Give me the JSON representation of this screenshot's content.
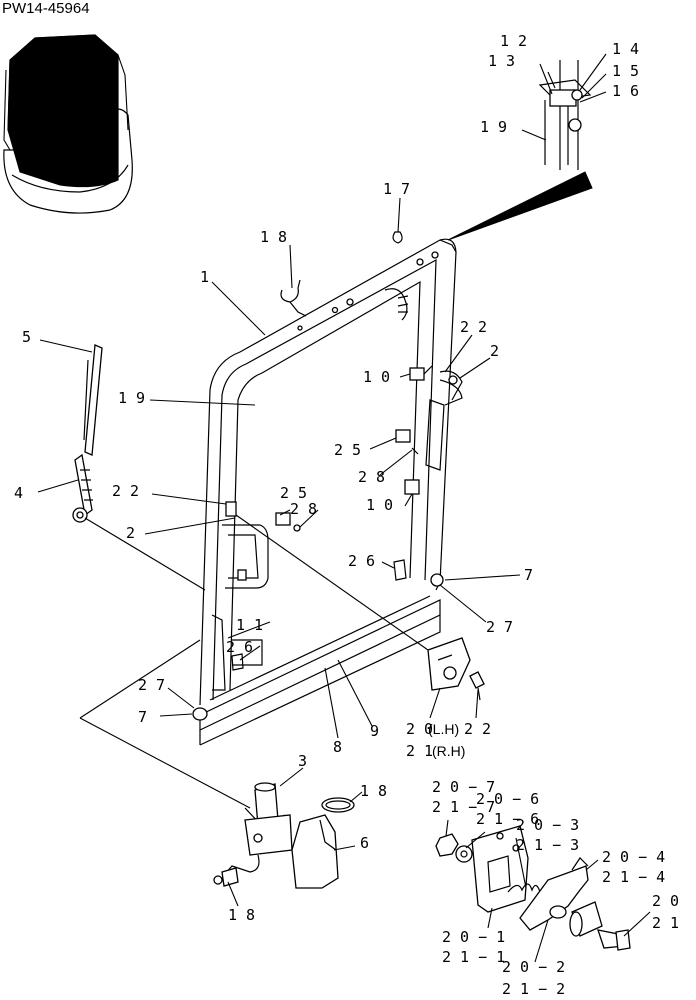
{
  "drawing_number": "PW14-45964",
  "callouts": {
    "c1": "1",
    "c2a": "2",
    "c2b": "2",
    "c3": "3",
    "c4": "4",
    "c5": "5",
    "c6": "6",
    "c7a": "7",
    "c7b": "7",
    "c8": "8",
    "c9": "9",
    "c10a": "1 0",
    "c10b": "1 0",
    "c11": "1 1",
    "c12": "1 2",
    "c13": "1 3",
    "c14": "1 4",
    "c15": "1 5",
    "c16": "1 6",
    "c17": "1 7",
    "c18a": "1 8",
    "c18b": "1 8",
    "c18c": "1 8",
    "c19a": "1 9",
    "c19b": "1 9",
    "c20": "2 0",
    "c21": "2 1",
    "c22a": "2 2",
    "c22b": "2 2",
    "c22c": "2 2",
    "c25a": "2 5",
    "c25b": "2 5",
    "c26a": "2 6",
    "c26b": "2 6",
    "c27a": "2 7",
    "c27b": "2 7",
    "c28a": "2 8",
    "c28b": "2 8",
    "c20_lh": "2 0",
    "c21_rh": "2 1",
    "c20_1": "2 0 − 1",
    "c21_1": "2 1 − 1",
    "c20_2": "2 0 − 2",
    "c21_2": "2 1 − 2",
    "c20_3": "2 0 − 3",
    "c21_3": "2 1 − 3",
    "c20_4": "2 0 − 4",
    "c21_4": "2 1 − 4",
    "c20_6": "2 0 − 6",
    "c21_6": "2 1 − 6",
    "c20_7": "2 0 − 7",
    "c21_7": "2 1 − 7"
  },
  "side_labels": {
    "lh": "(L.H)",
    "rh": "(R.H)"
  }
}
